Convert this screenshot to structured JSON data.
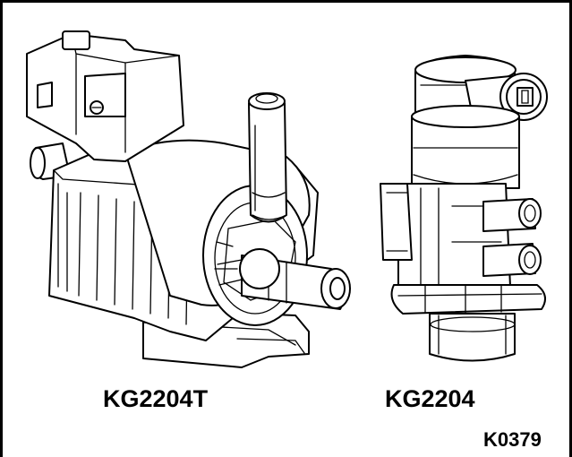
{
  "parts": [
    {
      "label": "KG2204T"
    },
    {
      "label": "KG2204"
    }
  ],
  "figure_id": "K0379"
}
